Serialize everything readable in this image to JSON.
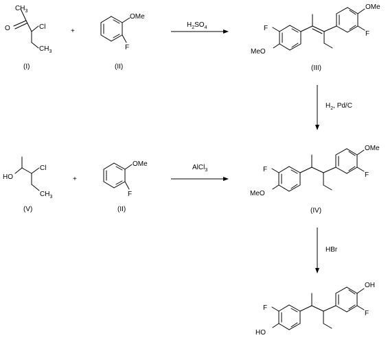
{
  "scheme": {
    "compounds": {
      "I": {
        "label": "(I)",
        "atoms": {
          "o": "O",
          "cl": "Cl",
          "me": "CH3",
          "et": "CH3"
        }
      },
      "II_top": {
        "label": "(II)",
        "atoms": {
          "ome": "OMe",
          "f": "F"
        }
      },
      "III": {
        "label": "(III)",
        "atoms": {
          "f1": "F",
          "meo": "MeO",
          "ome": "OMe",
          "f2": "F"
        }
      },
      "IV": {
        "label": "(IV)",
        "atoms": {
          "f1": "F",
          "meo": "MeO",
          "ome": "OMe",
          "f2": "F"
        }
      },
      "V": {
        "label": "(V)",
        "atoms": {
          "ho": "HO",
          "cl": "Cl",
          "me": "CH3"
        }
      },
      "II_bottom": {
        "label": "(II)",
        "atoms": {
          "ome": "OMe",
          "f": "F"
        }
      },
      "final": {
        "label": "",
        "atoms": {
          "f1": "F",
          "ho1": "HO",
          "oh": "OH",
          "f2": "F"
        }
      }
    },
    "plus_sign": "+",
    "reagents": {
      "top_arrow": "H2SO4",
      "right_arrow_1": "H2, Pd/C",
      "middle_arrow": "AlCl3",
      "right_arrow_2": "HBr"
    }
  }
}
